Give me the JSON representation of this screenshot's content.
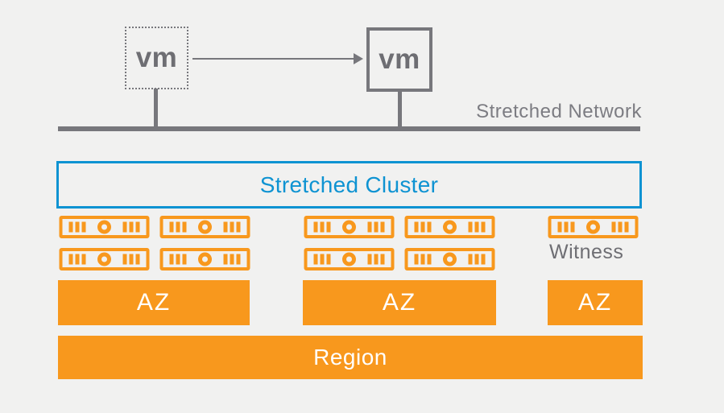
{
  "colors": {
    "orange": "#F8981D",
    "blue": "#0E93D2",
    "gray": "#77777C",
    "text_gray": "#6E6E73",
    "label_gray": "#7C7C82",
    "background": "#F1F1F0",
    "white": "#FFFFFF"
  },
  "vm_migration": {
    "source_label": "vm",
    "target_label": "vm"
  },
  "network": {
    "label": "Stretched Network"
  },
  "cluster": {
    "label": "Stretched Cluster"
  },
  "zones": [
    {
      "label": "AZ",
      "hosts": 4
    },
    {
      "label": "AZ",
      "hosts": 4
    },
    {
      "label": "AZ",
      "hosts": 1,
      "witness_label": "Witness"
    }
  ],
  "region": {
    "label": "Region"
  }
}
